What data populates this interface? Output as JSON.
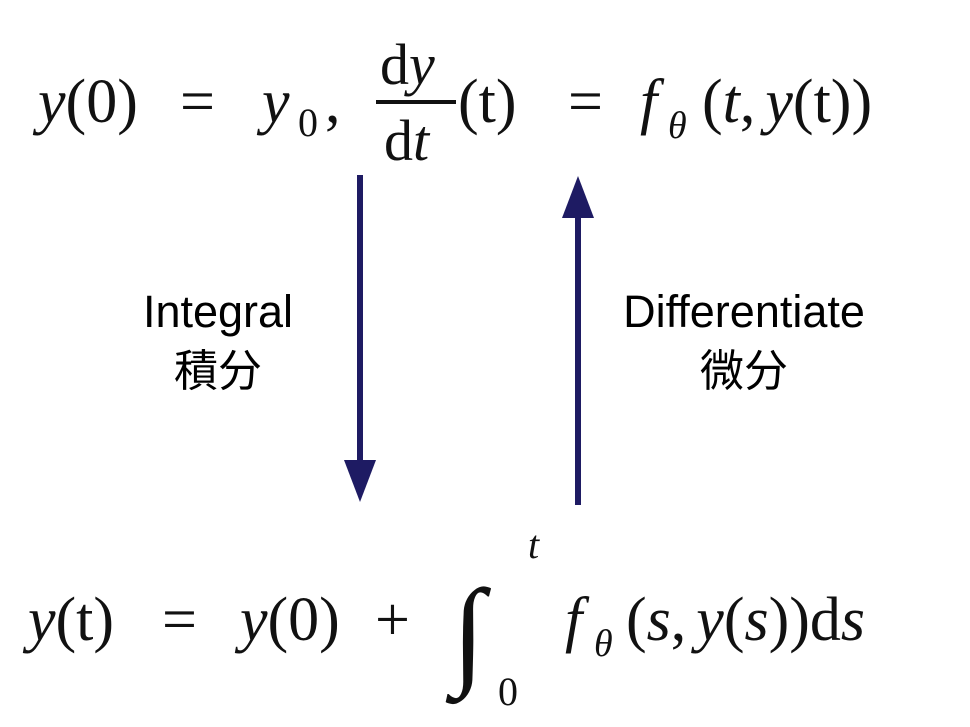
{
  "top_equation": {
    "y": "y",
    "open_paren": "(",
    "zero": "0",
    "close_paren": ")",
    "equals": "=",
    "y0_y": "y",
    "y0_sub": "0",
    "comma": ",",
    "frac_num_d": "d",
    "frac_num_y": "y",
    "frac_den_d": "d",
    "frac_den_t": "t",
    "t_arg": "(t)",
    "equals2": "=",
    "f": "f",
    "theta": "θ",
    "f_args_open": "(",
    "f_args_t": "t",
    "f_args_comma": ",",
    "f_args_y": "y",
    "f_args_rest": "(t))"
  },
  "bottom_equation": {
    "lhs_y": "y",
    "lhs_paren": "(t)",
    "equals": "=",
    "y0_y": "y",
    "y0_paren": "(0)",
    "plus": "+",
    "integral": "∫",
    "upper": "t",
    "lower": "0",
    "f": "f",
    "theta": "θ",
    "args_open": "(",
    "args_s": "s",
    "args_comma": ",",
    "args_y": "y",
    "args_paren": "(",
    "args_s2": "s",
    "args_close": "))",
    "d": "d",
    "s": "s"
  },
  "left_arrow": {
    "label_en": "Integral",
    "label_ja": "積分",
    "direction": "down"
  },
  "right_arrow": {
    "label_en": "Differentiate",
    "label_ja": "微分",
    "direction": "up"
  },
  "colors": {
    "arrow": "#1e1b63",
    "text": "#000000"
  }
}
